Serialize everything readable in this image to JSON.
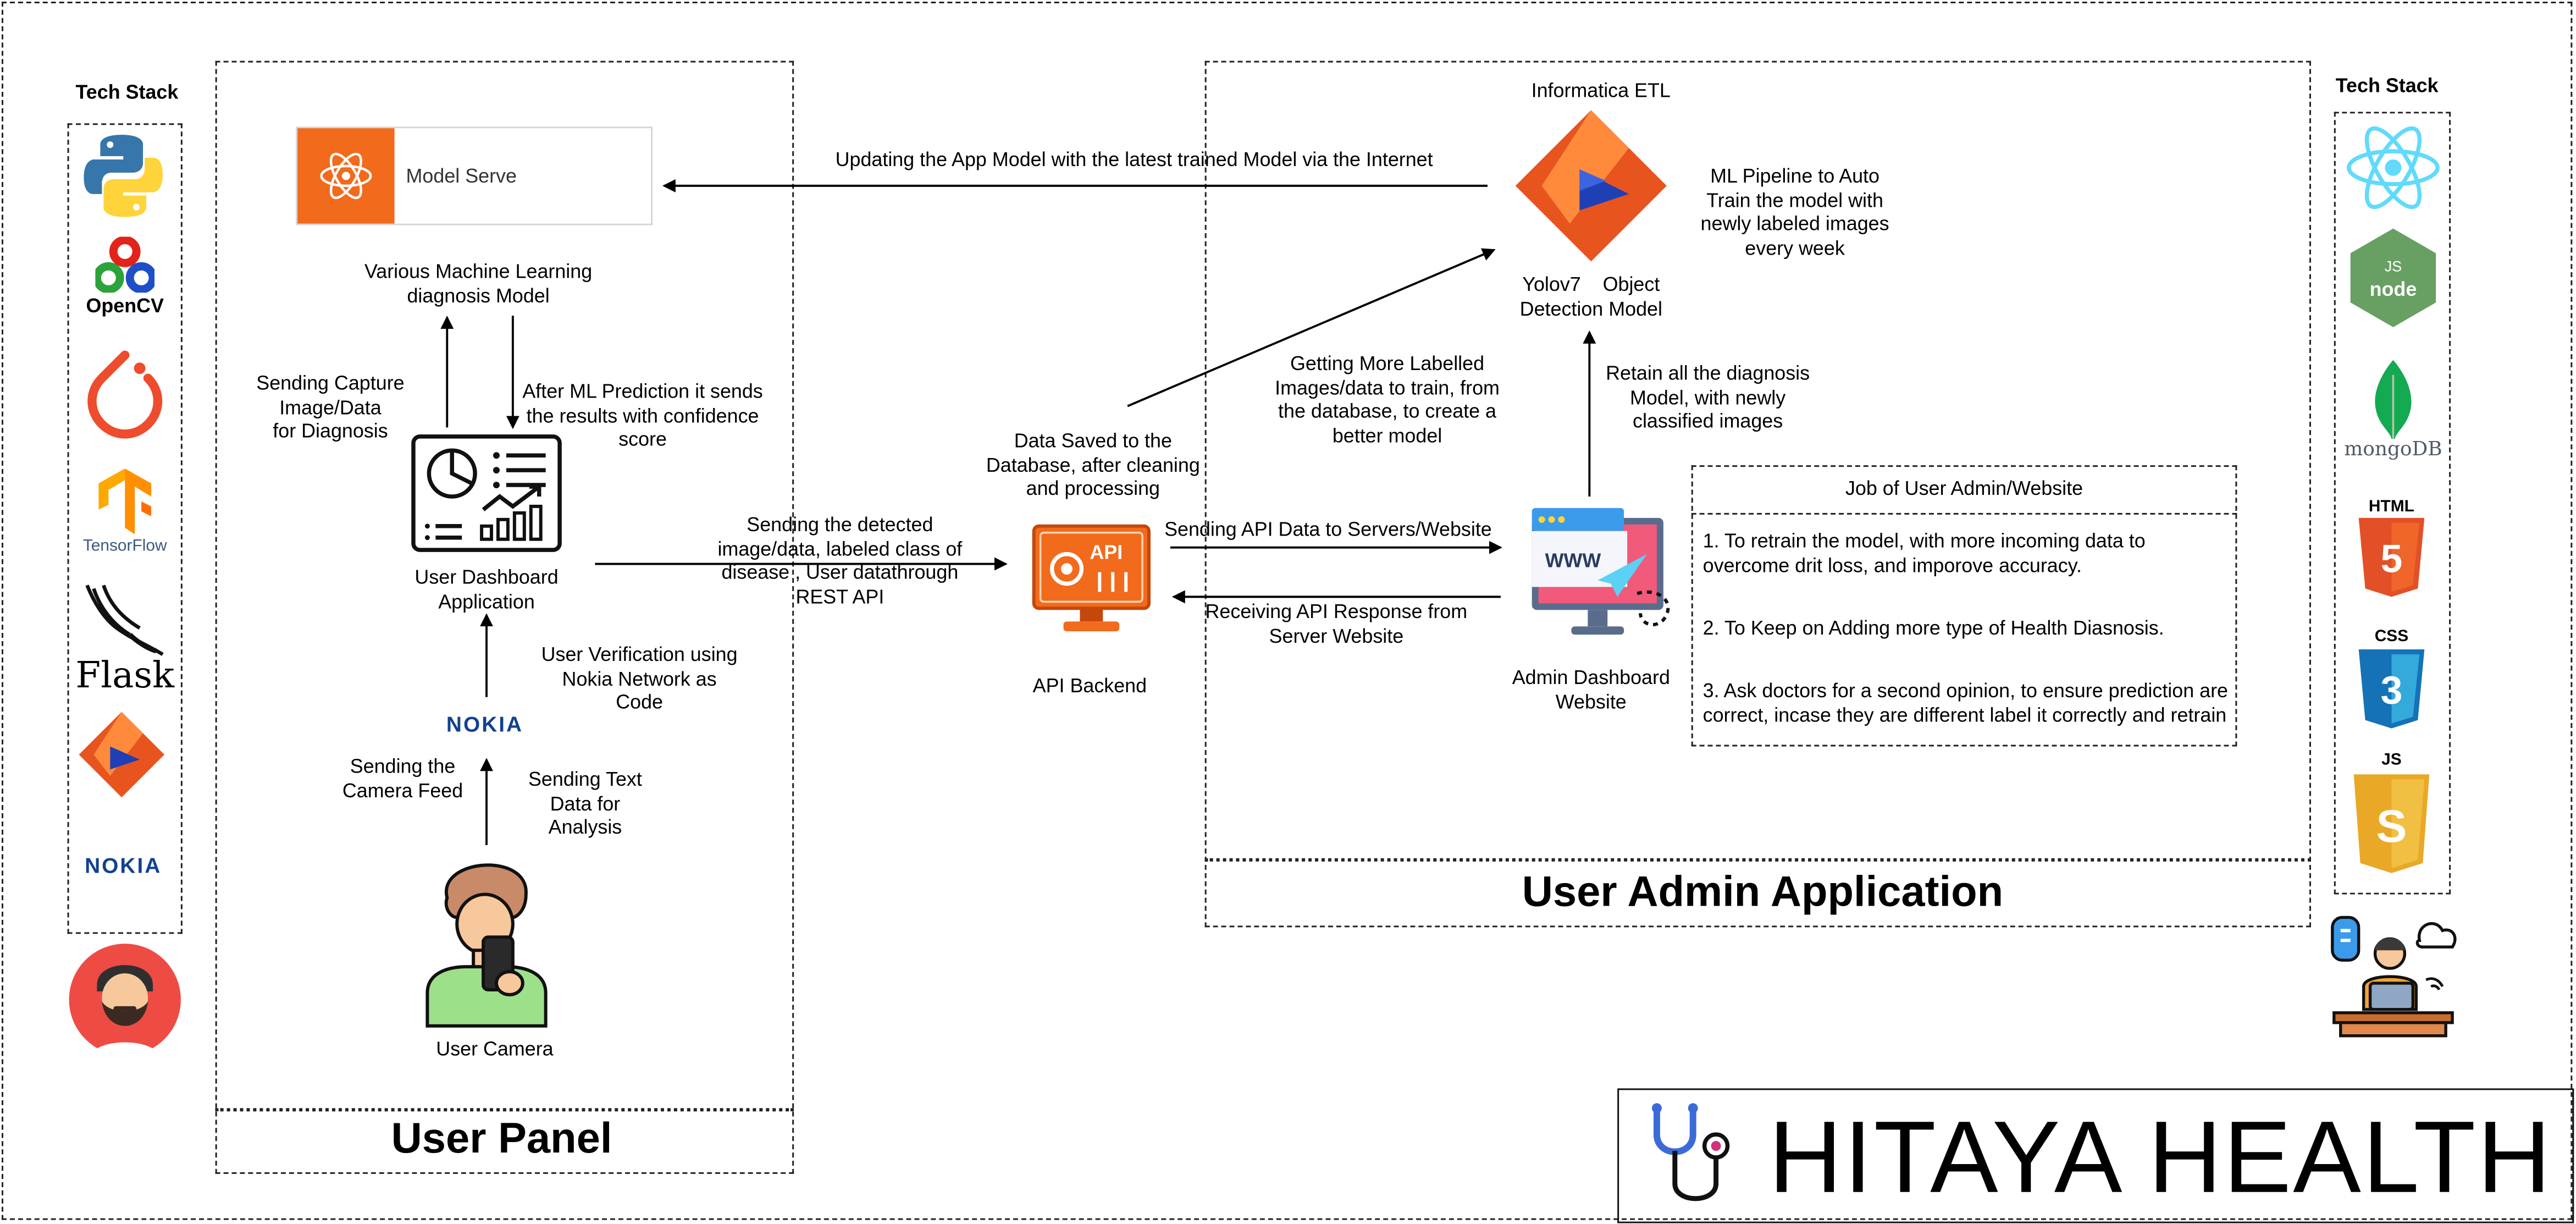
{
  "tech_stack_left": {
    "title": "Tech Stack",
    "opencv_label": "OpenCV",
    "tensorflow_label": "TensorFlow",
    "flask_label": "Flask",
    "nokia_label": "NOKIA"
  },
  "tech_stack_right": {
    "title": "Tech Stack",
    "mongodb_label": "mongoDB",
    "html_label": "HTML",
    "css_label": "CSS",
    "js_label": "JS"
  },
  "user_panel": {
    "title": "User Panel",
    "model_serve": "Model Serve",
    "ml_models": "Various Machine Learning\ndiagnosis Model",
    "sending_capture": "Sending Capture\nImage/Data\nfor Diagnosis",
    "after_prediction": "After ML Prediction it sends\nthe results with confidence\nscore",
    "dashboard": "User Dashboard\nApplication",
    "verification": "User Verification using\nNokia Network as\nCode",
    "nokia": "NOKIA",
    "camera_feed": "Sending the\nCamera Feed",
    "text_data": "Sending Text\nData for\nAnalysis",
    "user_camera": "User Camera"
  },
  "middle": {
    "sending_detected": "Sending the detected\nimage/data, labeled class of\ndisease , User datathrough\nREST API",
    "data_saved": "Data Saved to the\nDatabase, after cleaning\nand processing",
    "api_backend": "API Backend",
    "updating_model": "Updating the App Model with the latest trained Model via the Internet"
  },
  "admin": {
    "title": "User Admin Application",
    "informatica": "Informatica ETL",
    "ml_pipeline": "ML Pipeline to Auto\nTrain the model with\nnewly labeled images\nevery week",
    "yolo": "Yolov7    Object\nDetection Model",
    "getting_more": "Getting More Labelled\nImages/data to train, from\nthe database, to create a\nbetter model",
    "retain_all": "Retain all the diagnosis\nModel, with newly\nclassified images",
    "sending_api": "Sending API Data to Servers/Website",
    "receiving_api": "Receiving API Response from\nServer Website",
    "admin_dashboard": "Admin Dashboard\nWebsite",
    "job_title": "Job of User Admin/Website",
    "job_items": [
      "1. To retrain the model, with more incoming data to overcome drit loss, and imporove accuracy.",
      "2. To Keep on Adding more type of Health Diasnosis.",
      "3. Ask doctors for a second opinion, to ensure prediction are correct, incase they are different label it correctly and retrain"
    ]
  },
  "brand": {
    "name": "HITAYA HEALTH",
    "accent": "#e86a1e"
  }
}
